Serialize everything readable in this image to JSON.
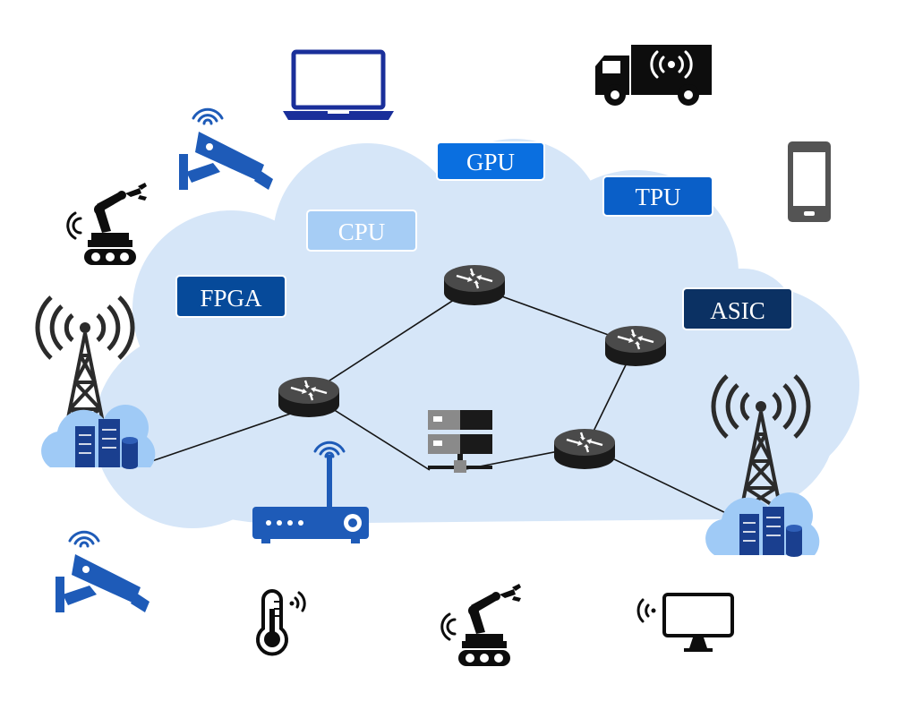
{
  "processors": [
    {
      "label": "GPU",
      "fill": "#0a6fe0",
      "text_color": "#ffffff"
    },
    {
      "label": "TPU",
      "fill": "#0a5fc8",
      "text_color": "#ffffff"
    },
    {
      "label": "CPU",
      "fill": "#a6cdf5",
      "text_color": "#ffffff"
    },
    {
      "label": "FPGA",
      "fill": "#064a9a",
      "text_color": "#ffffff"
    },
    {
      "label": "ASIC",
      "fill": "#0b3163",
      "text_color": "#ffffff"
    }
  ],
  "colors": {
    "cloud": "#d6e6f8",
    "edge_cloud": "#9fcaf6",
    "device_blue": "#1e5bb8",
    "device_dark": "#0d0d0d",
    "grey": "#545454"
  },
  "icons": [
    "laptop-icon",
    "truck-icon",
    "smartphone-icon",
    "security-camera-icon",
    "robot-arm-icon",
    "cell-tower-icon",
    "edge-datacenter-icon",
    "router-icon",
    "server-rack-icon",
    "wifi-router-icon",
    "thermometer-icon",
    "monitor-icon"
  ]
}
